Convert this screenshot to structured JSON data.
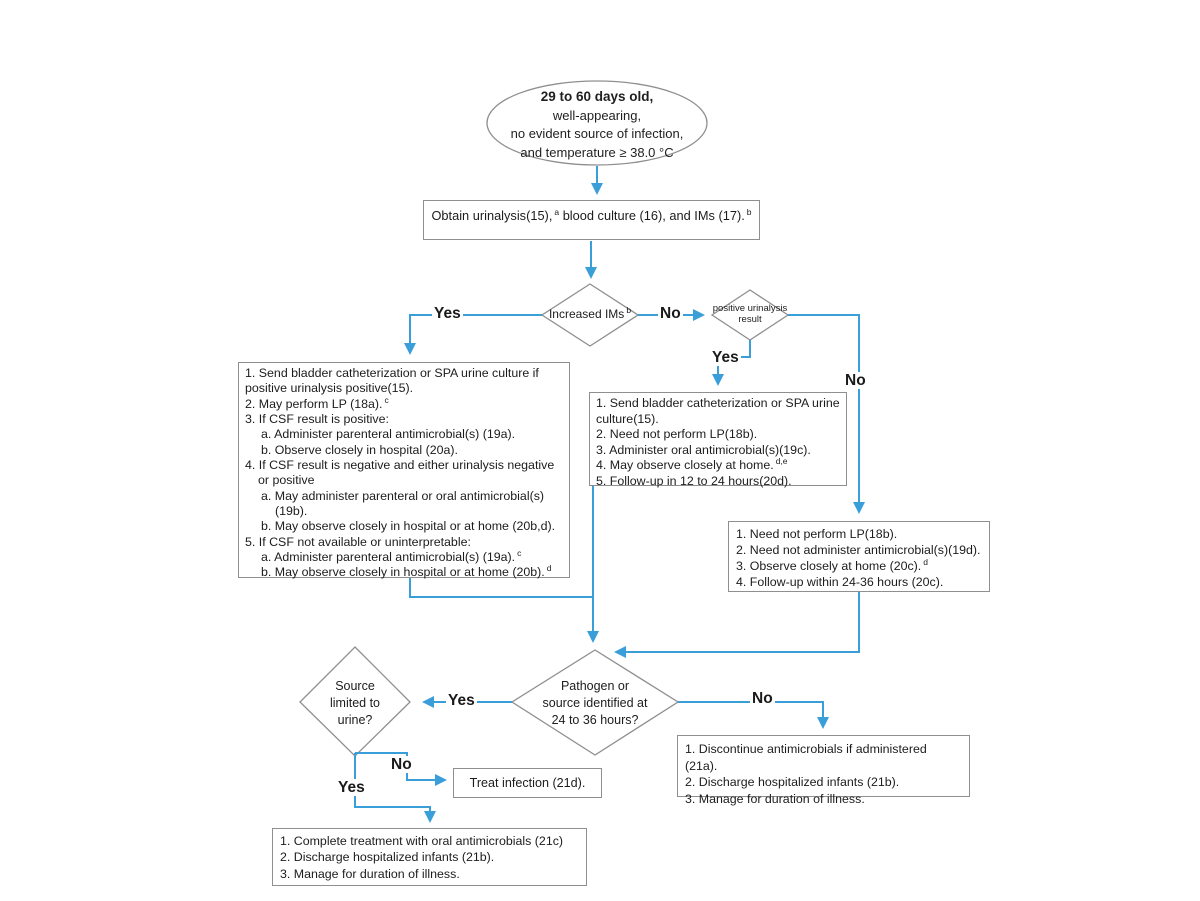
{
  "colors": {
    "arrow_blue": "#3A9FD9",
    "shape_border": "#8f8f8f",
    "text": "#1c1c1c"
  },
  "start": {
    "line1": "29 to 60 days old,",
    "line2": "well-appearing,",
    "line3": "no evident source of infection,",
    "line4": "and temperature ≥ 38.0 °C"
  },
  "obtain": {
    "p1": "Obtain urinalysis(15),",
    "s1": "a",
    "p2": "blood culture (16), and IMs (17).",
    "s2": "b"
  },
  "decision_ims": {
    "label": "Increased IMs",
    "sup": "b"
  },
  "decision_ua": {
    "line1": "positive urinalysis",
    "line2": "result"
  },
  "decision_pathogen": {
    "line1": "Pathogen  or",
    "line2": "source identified at",
    "line3": "24 to 36 hours?"
  },
  "decision_source": {
    "line1": "Source",
    "line2": "limited to",
    "line3": "urine?"
  },
  "labels": {
    "yes_ims": "Yes",
    "no_ims": "No",
    "yes_ua": "Yes",
    "no_ua": "No",
    "yes_pathogen": "Yes",
    "no_pathogen": "No",
    "yes_source": "Yes",
    "no_source": "No"
  },
  "box_left": {
    "items": [
      {
        "text": "1. Send bladder catheterization or SPA urine culture if positive urinalysis positive(15)."
      },
      {
        "text": "2. May perform LP (18a).",
        "sup": "c"
      },
      {
        "text": "3. If CSF result is positive:"
      },
      {
        "text": "a. Administer parenteral antimicrobial(s) (19a)."
      },
      {
        "text": "b. Observe closely in hospital (20a)."
      },
      {
        "text": "4. If CSF result is negative and either urinalysis negative or positive"
      },
      {
        "text": "a. May administer parenteral or oral antimicrobial(s)(19b)."
      },
      {
        "text": "b. May observe closely in hospital or at home (20b,d)."
      },
      {
        "text": "5. If CSF not available or uninterpretable:"
      },
      {
        "text": "a. Administer parenteral antimicrobial(s) (19a).",
        "sup": "c"
      },
      {
        "text": "b. May observe closely in hospital or at home (20b).",
        "sup": "d"
      }
    ]
  },
  "box_middle": {
    "items": [
      {
        "text": "1. Send bladder catheterization or SPA urine culture(15)."
      },
      {
        "text": "2. Need not perform LP(18b)."
      },
      {
        "text": "3. Administer oral antimicrobial(s)(19c)."
      },
      {
        "text": "4. May observe closely at home.",
        "sup": "d,e"
      },
      {
        "text": "5. Follow-up in 12 to 24 hours(20d)."
      }
    ]
  },
  "box_right": {
    "items": [
      {
        "text": "1. Need not perform LP(18b)."
      },
      {
        "text": "2. Need not administer antimicrobial(s)(19d)."
      },
      {
        "text": "3. Observe closely at home (20c).",
        "sup": "d"
      },
      {
        "text": "4. Follow-up within 24-36 hours (20c)."
      }
    ]
  },
  "box_treat": {
    "text": "Treat infection (21d)."
  },
  "box_discontinue": {
    "items": [
      {
        "text": "1. Discontinue antimicrobials if administered (21a)."
      },
      {
        "text": "2. Discharge hospitalized infants (21b)."
      },
      {
        "text": "3. Manage for duration of illness."
      }
    ]
  },
  "box_complete": {
    "items": [
      {
        "text": "1. Complete treatment with oral antimicrobials (21c)"
      },
      {
        "text": "2. Discharge hospitalized infants (21b)."
      },
      {
        "text": "3. Manage for duration of illness."
      }
    ]
  }
}
